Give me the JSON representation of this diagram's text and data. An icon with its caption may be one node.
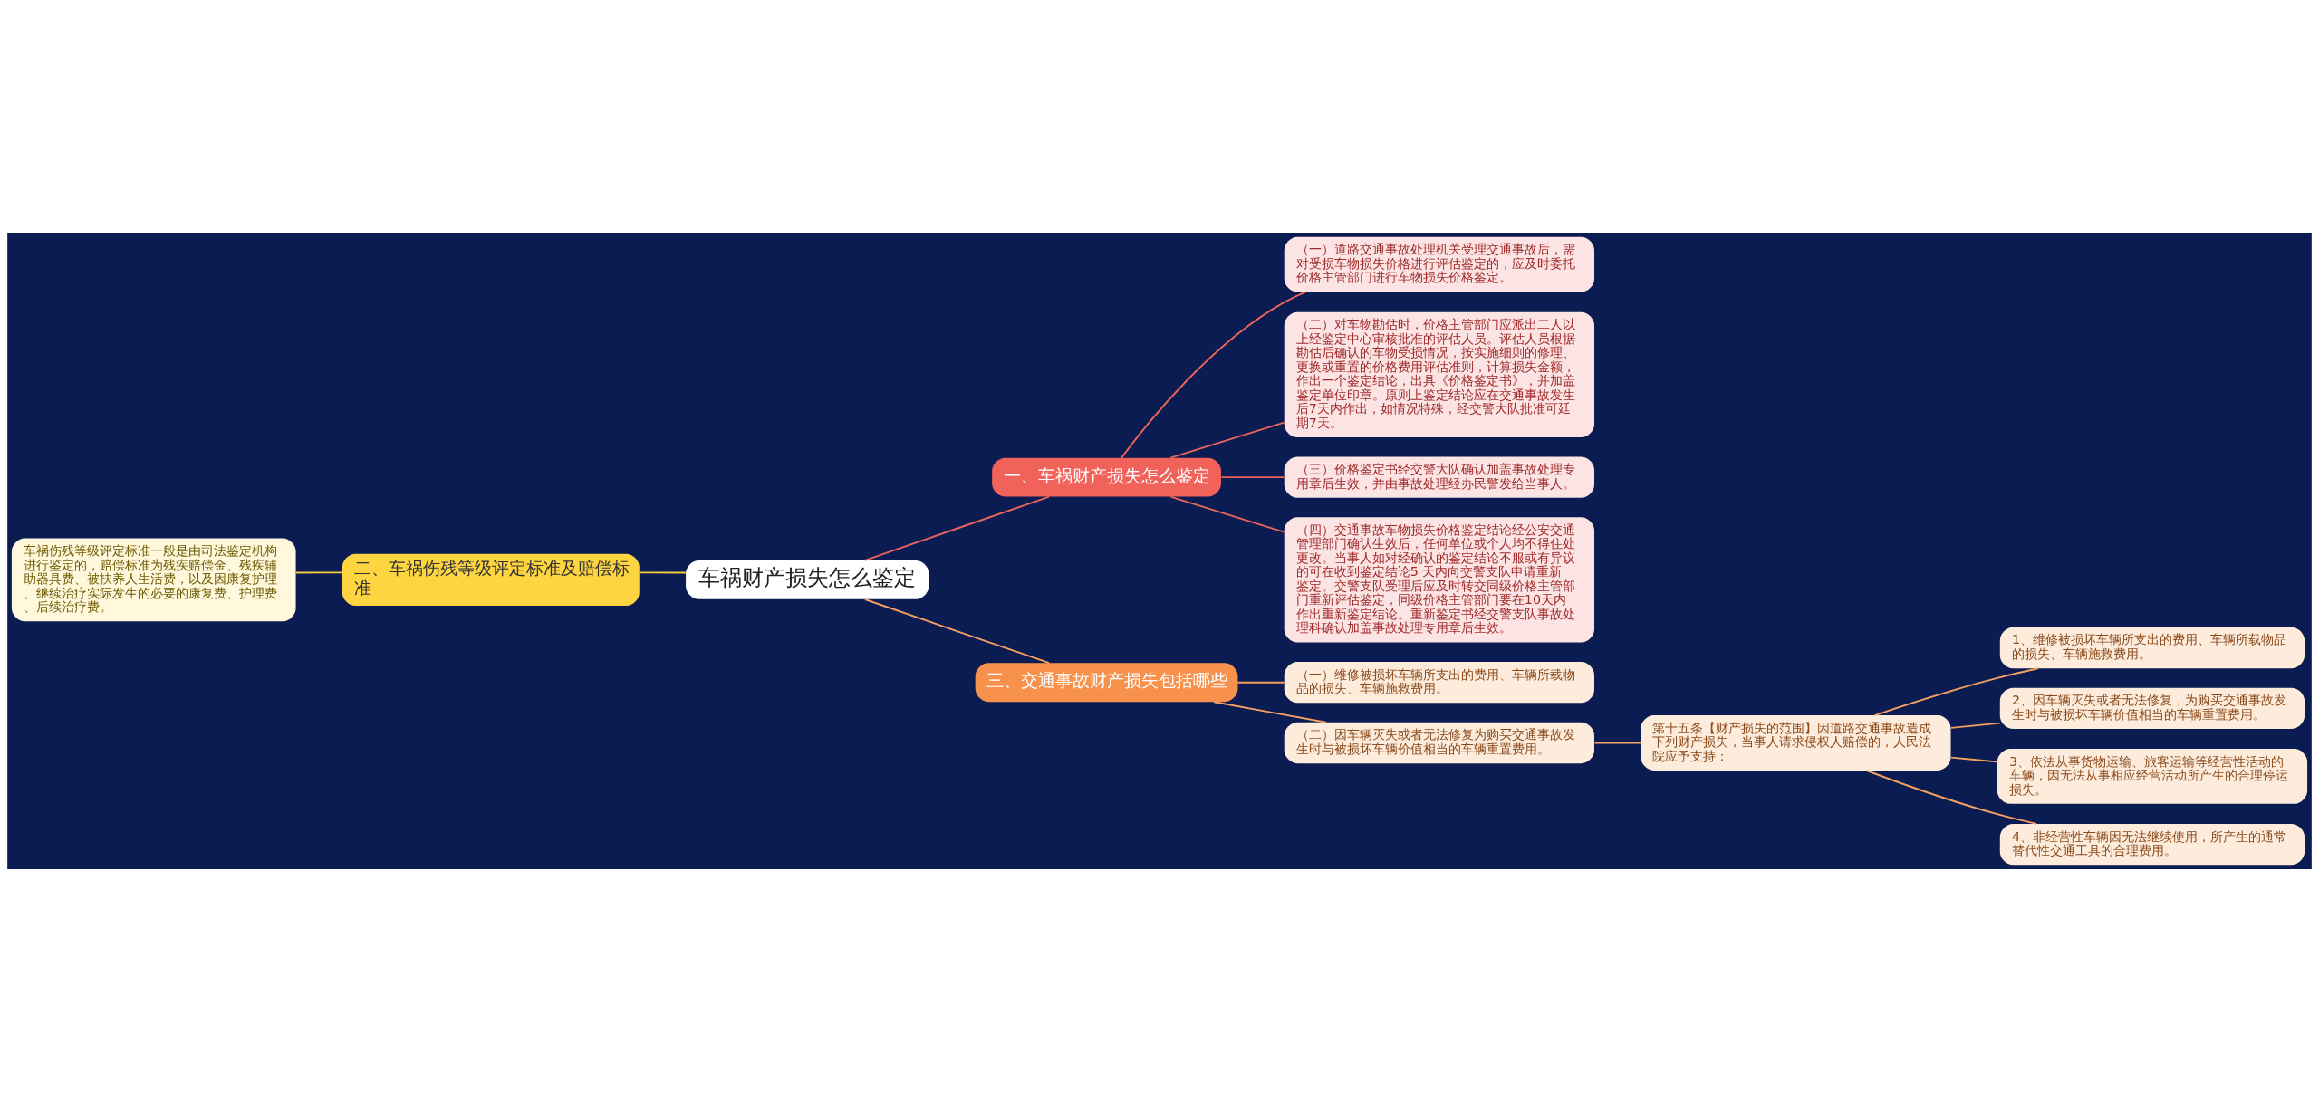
{
  "diagram": {
    "nodes": [
      {
        "text": [
          "车祸财产损失怎么鉴定"
        ]
      },
      {
        "text": [
          "一、车祸财产损失怎么鉴定"
        ]
      },
      {
        "text": [
          "（一）道路交通事故处理机关受理交通事故后，需对受损车物损失价格进行评估鉴定的，应及时委托价格主管部门进行车物损失价格鉴定。"
        ]
      },
      {
        "text": [
          "（二）对车物勘估时，价格主管部门应派出二人以上经鉴定中心审核批准的评估人员。评估人员根据勘估后确认的车物受损情况，按实施细则的修理、更换或重置的价格费用评估准则，计算损失金额，作出一个鉴定结论，出具《价格鉴定书》，并加盖鉴定单位印章。原则上鉴定结论应在交通事故发生后7天内作出，如情况特殊，经交警大队批准可延期7天。"
        ]
      },
      {
        "text": [
          "（三）价格鉴定书经交警大队确认加盖事故处理专用章后生效，并由事故处理经办民警发给当事人。"
        ]
      },
      {
        "text": [
          "（四）交通事故车物损失价格鉴定结论经公安交通管理部门确认生效后，任何单位或个人均不得住处更改。当事人如对经确认的鉴定结论不服或有异议的可在收到鉴定结论5 天内向交警支队申请重新鉴定。交警支队受理后应及时转交同级价格主管部门重新评估鉴定，同级价格主管部门要在10天内作出重新鉴定结论。重新鉴定书经交警支队事故处理科确认加盖事故处理专用章后生效。"
        ]
      },
      {
        "text": [
          "二、车祸伤残等级评定标准及赔偿标准"
        ]
      },
      {
        "text": [
          "车祸伤残等级评定标准一般是由司法鉴定机构进行鉴定的，赔偿标准为残疾赔偿金、残疾辅助器具费、被扶养人生活费，以及因康复护理、继续治疗实际发生的必要的康复费、护理费、后续治疗费。"
        ]
      },
      {
        "text": [
          "三、交通事故财产损失包括哪些"
        ]
      },
      {
        "text": [
          "（一）维修被损坏车辆所支出的费用、车辆所载物品的损失、车辆施救费用。"
        ]
      },
      {
        "text": [
          "（二）因车辆灭失或者无法修复为购买交通事故发生时与被损坏车辆价值相当的车辆重置费用。"
        ]
      },
      {
        "text": [
          "第十五条【财产损失的范围】因道路交通事故造成下列财产损失，当事人请求侵权人赔偿的，人民法院应予支持："
        ]
      },
      {
        "text": [
          "1、维修被损坏车辆所支出的费用、车辆所载物品的损失、车辆施救费用。"
        ]
      },
      {
        "text": [
          "2、因车辆灭失或者无法修复，为购买交通事故发生时与被损坏车辆价值相当的车辆重置费用。"
        ]
      },
      {
        "text": [
          "3、依法从事货物运输、旅客运输等经营性活动的车辆，因无法从事相应经营活动所产生的合理停运损失。"
        ]
      },
      {
        "text": [
          "4、非经营性车辆因无法继续使用，所产生的通常替代性交通工具的合理费用。"
        ]
      }
    ],
    "edges": [
      {
        "from": 0,
        "to": 1,
        "arrow": "none",
        "color": "#e8645c"
      },
      {
        "from": 1,
        "to": 2,
        "arrow": "none",
        "color": "#e8645c"
      },
      {
        "from": 1,
        "to": 3,
        "arrow": "none",
        "color": "#e8645c"
      },
      {
        "from": 1,
        "to": 4,
        "arrow": "none",
        "color": "#e8645c"
      },
      {
        "from": 1,
        "to": 5,
        "arrow": "none",
        "color": "#e8645c"
      },
      {
        "from": 0,
        "to": 6,
        "arrow": "none",
        "color": "#f5d23c"
      },
      {
        "from": 6,
        "to": 7,
        "arrow": "none",
        "color": "#f5d23c"
      },
      {
        "from": 0,
        "to": 8,
        "arrow": "none"
      },
      {
        "from": 8,
        "to": 9,
        "arrow": "none"
      },
      {
        "from": 8,
        "to": 10,
        "arrow": "none"
      },
      {
        "from": 10,
        "to": 11,
        "arrow": "none"
      },
      {
        "from": 11,
        "to": 12,
        "arrow": "none"
      },
      {
        "from": 11,
        "to": 13,
        "arrow": "none"
      },
      {
        "from": 11,
        "to": 14,
        "arrow": "none"
      },
      {
        "from": 11,
        "to": 15,
        "arrow": "none"
      }
    ]
  }
}
